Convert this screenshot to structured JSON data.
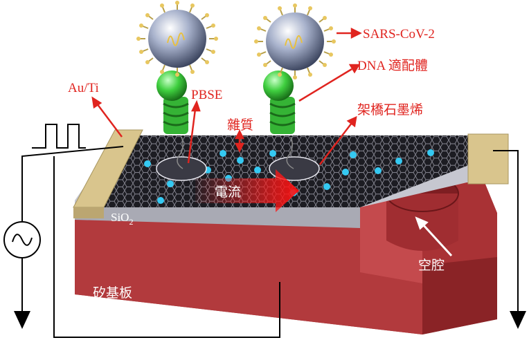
{
  "labels": {
    "virus": "SARS-CoV-2",
    "aptamer": "DNA 適配體",
    "graphene": "架橋石墨烯",
    "impurity": "雜質",
    "pbse": "PBSE",
    "electrode": "Au/Ti",
    "substrate_oxide": "SiO",
    "substrate_oxide_sub": "2",
    "current": "電流",
    "cavity": "空腔",
    "substrate": "矽基板"
  },
  "colors": {
    "label_red": "#e0241f",
    "silicon": "#b0393c",
    "gold_pad": "#d9c58d",
    "graphene": "#2b2b30",
    "aptamer_green": "#3ec83e",
    "impurity_cyan": "#35c9f2"
  }
}
